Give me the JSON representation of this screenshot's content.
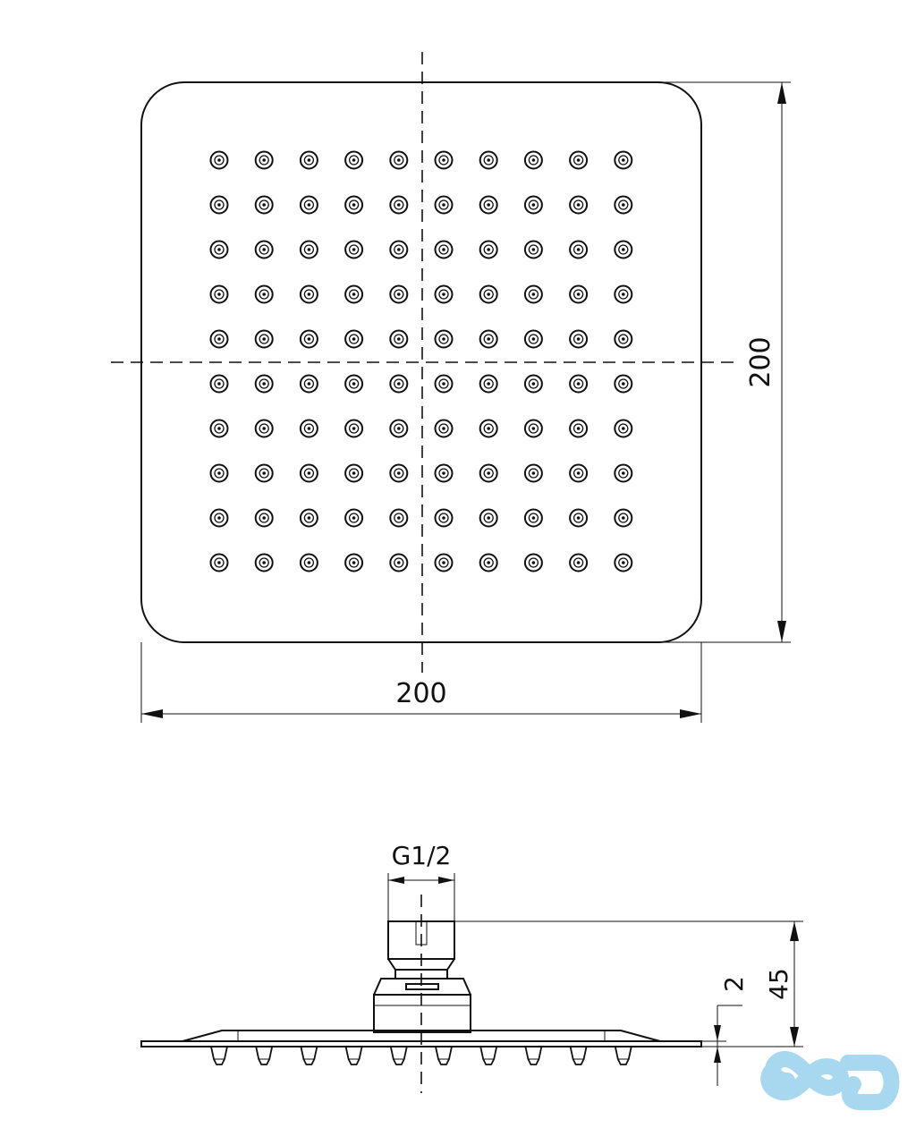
{
  "drawing": {
    "top_view": {
      "width_label": "200",
      "height_label": "200",
      "nozzle_rows": 10,
      "nozzle_cols": 10
    },
    "side_view": {
      "thread_label": "G1/2",
      "height_label": "45",
      "plate_thickness_label": "2",
      "nozzle_count": 10
    }
  },
  "watermark": {
    "icon": "infinity-logo-icon",
    "color": "#a8d8f0"
  }
}
